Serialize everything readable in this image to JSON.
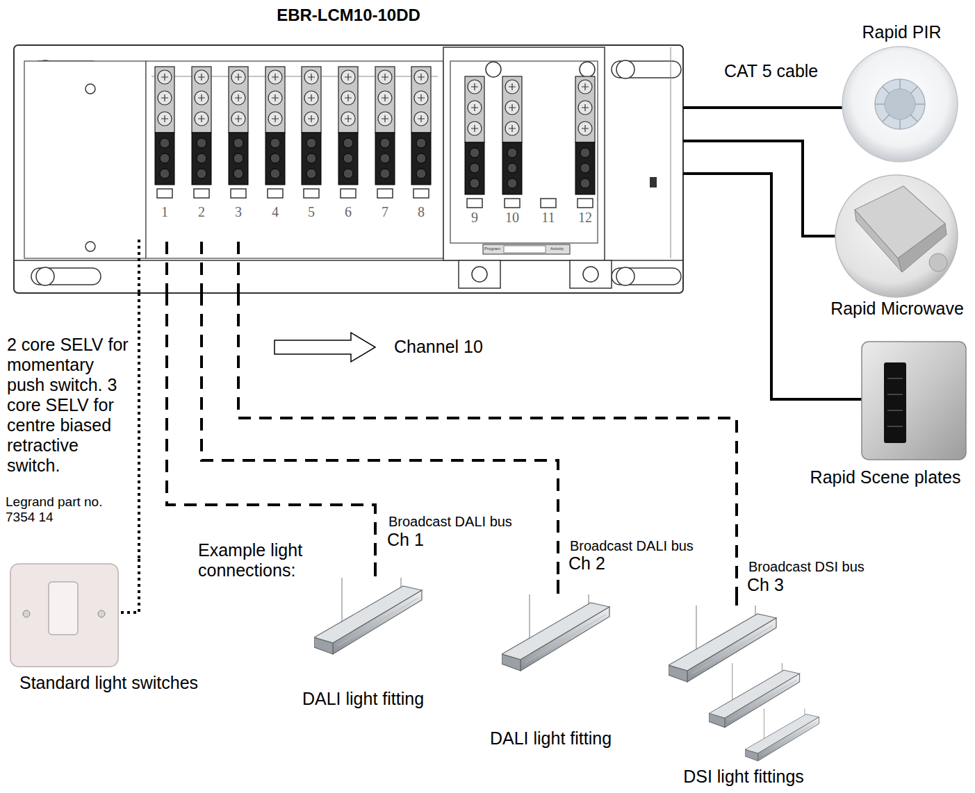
{
  "diagram": {
    "nodes": [
      {
        "text": [
          "EBR-LCM10-10DD"
        ]
      },
      {
        "text": [
          "Rapid PIR"
        ]
      },
      {
        "text": [
          "Rapid Microwave"
        ]
      },
      {
        "text": [
          "Rapid Scene plates"
        ]
      },
      {
        "text": [
          "Standard light switches"
        ]
      },
      {
        "text": [
          "DALI light fitting"
        ]
      },
      {
        "text": [
          "DALI light fitting"
        ]
      },
      {
        "text": [
          "DSI light fittings"
        ]
      }
    ],
    "edges": [
      {
        "from": 0,
        "to": 1,
        "arrow": "none",
        "label": "CAT 5 cable"
      },
      {
        "from": 0,
        "to": 2,
        "arrow": "none"
      },
      {
        "from": 0,
        "to": 3,
        "arrow": "none"
      },
      {
        "from": 0,
        "to": 4,
        "arrow": "none",
        "label": "2 core SELV for momentary push switch. 3 core SELV for centre biased retractive switch."
      },
      {
        "from": 0,
        "to": 5,
        "arrow": "none",
        "label": "Broadcast DALI bus"
      },
      {
        "from": 0,
        "to": 6,
        "arrow": "none",
        "label": "Broadcast DALI bus"
      },
      {
        "from": 0,
        "to": 7,
        "arrow": "none",
        "label": "Broadcast DSI bus"
      }
    ],
    "labels": [
      "1",
      "2",
      "3",
      "4",
      "5",
      "6",
      "7",
      "8",
      "9",
      "10",
      "11",
      "12",
      "Program",
      "Activity",
      "Channel 10",
      "Example light connections:",
      "Ch 1",
      "Ch 2",
      "Ch 3",
      "Legrand part no. 7354 14"
    ]
  }
}
